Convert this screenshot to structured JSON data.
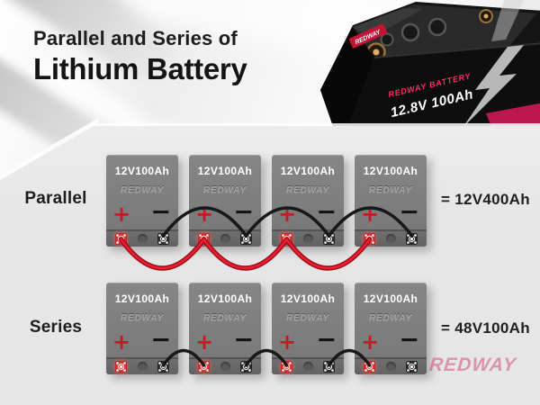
{
  "title": {
    "line1": "Parallel and Series of",
    "line2": "Lithium Battery"
  },
  "hero": {
    "brand": "REDWAY BATTERY",
    "spec": "12.8V 100Ah",
    "sticker": "REDWAY"
  },
  "rows": [
    {
      "id": "parallel",
      "label": "Parallel",
      "result": "= 12V400Ah",
      "wiring": "parallel",
      "batteries": [
        {
          "capacity": "12V100Ah",
          "brand": "REDWAY"
        },
        {
          "capacity": "12V100Ah",
          "brand": "REDWAY"
        },
        {
          "capacity": "12V100Ah",
          "brand": "REDWAY"
        },
        {
          "capacity": "12V100Ah",
          "brand": "REDWAY"
        }
      ]
    },
    {
      "id": "series",
      "label": "Series",
      "result": "= 48V100Ah",
      "wiring": "series",
      "batteries": [
        {
          "capacity": "12V100Ah",
          "brand": "REDWAY"
        },
        {
          "capacity": "12V100Ah",
          "brand": "REDWAY"
        },
        {
          "capacity": "12V100Ah",
          "brand": "REDWAY"
        },
        {
          "capacity": "12V100Ah",
          "brand": "REDWAY"
        }
      ]
    }
  ],
  "battery_symbols": {
    "plus": "+",
    "minus": "−"
  },
  "watermark": "REDWAY",
  "colors": {
    "panel": "#e7e7e7",
    "battery_body": "#7f7f7f",
    "wire_red": "#ea1c2e",
    "wire_black": "#181818",
    "brand_pink": "#ff2e63",
    "plus_red": "#cf1522",
    "watermark_pink": "#d2507a"
  }
}
